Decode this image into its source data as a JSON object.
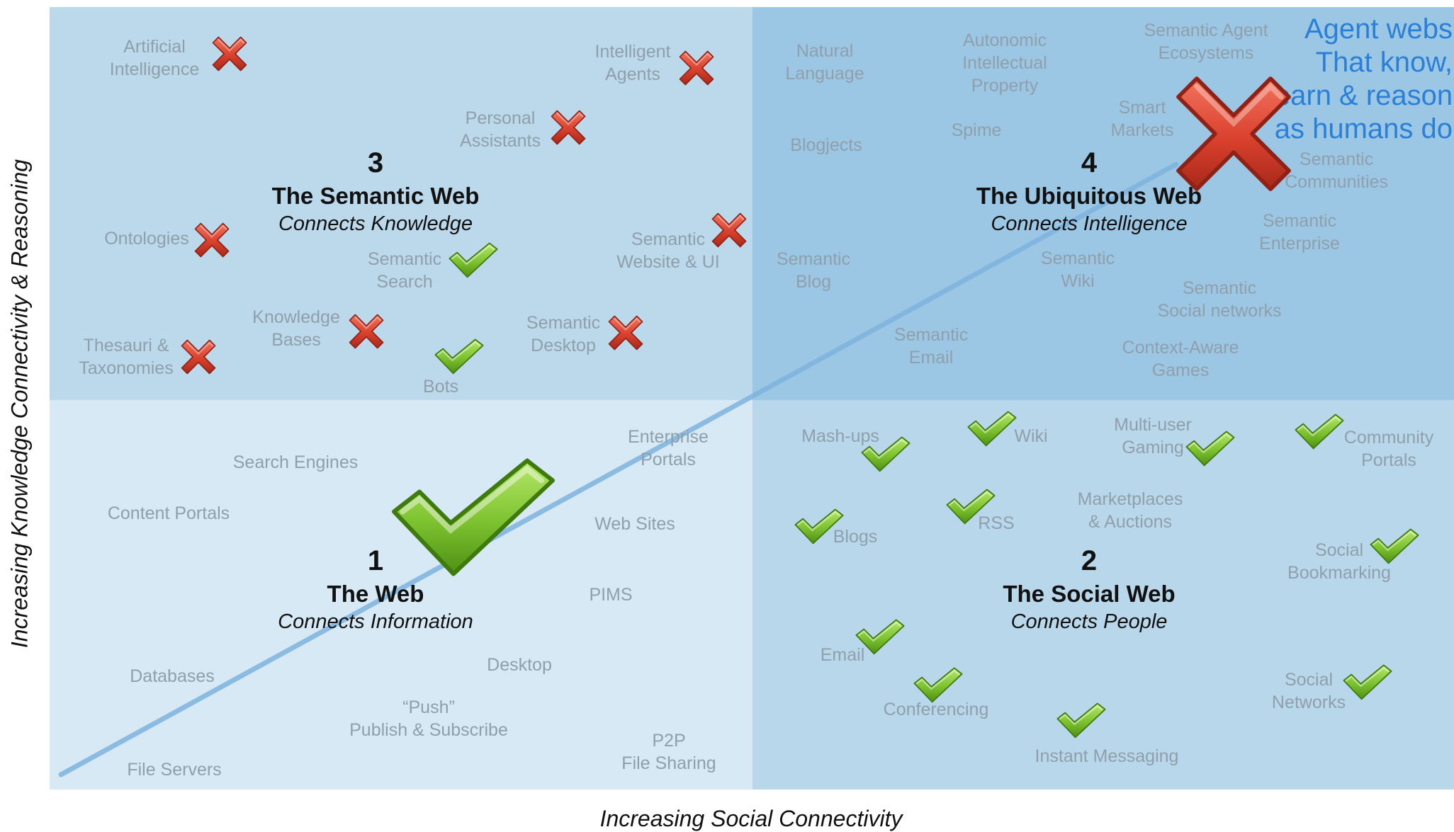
{
  "axes": {
    "x_label": "Increasing Social Connectivity",
    "y_label": "Increasing Knowledge Connectivity & Reasoning"
  },
  "quadrants": {
    "q1": {
      "number": "1",
      "title": "The Web",
      "subtitle": "Connects Information"
    },
    "q2": {
      "number": "2",
      "title": "The Social Web",
      "subtitle": "Connects People"
    },
    "q3": {
      "number": "3",
      "title": "The Semantic Web",
      "subtitle": "Connects Knowledge"
    },
    "q4": {
      "number": "4",
      "title": "The Ubiquitous Web",
      "subtitle": "Connects Intelligence"
    }
  },
  "agent_note": "Agent webs\nThat know,\nlearn & reason\nas humans do",
  "items": {
    "artificial_intelligence": "Artificial\nIntelligence",
    "intelligent_agents": "Intelligent\nAgents",
    "personal_assistants": "Personal\nAssistants",
    "ontologies": "Ontologies",
    "semantic_search": "Semantic\nSearch",
    "semantic_website_ui": "Semantic\nWebsite & UI",
    "knowledge_bases": "Knowledge\nBases",
    "thesauri_taxonomies": "Thesauri &\nTaxonomies",
    "bots": "Bots",
    "semantic_desktop": "Semantic\nDesktop",
    "natural_language": "Natural\nLanguage",
    "autonomic_ip": "Autonomic\nIntellectual\nProperty",
    "semantic_agent_ecosystems": "Semantic Agent\nEcosystems",
    "smart_markets": "Smart\nMarkets",
    "spime": "Spime",
    "blogjects": "Blogjects",
    "semantic_communities": "Semantic\nCommunities",
    "semantic_enterprise": "Semantic\nEnterprise",
    "semantic_blog": "Semantic\nBlog",
    "semantic_wiki": "Semantic\nWiki",
    "semantic_social_networks": "Semantic\nSocial networks",
    "semantic_email": "Semantic\nEmail",
    "context_aware_games": "Context-Aware\nGames",
    "search_engines": "Search Engines",
    "enterprise_portals": "Enterprise\nPortals",
    "content_portals": "Content Portals",
    "web_sites": "Web Sites",
    "pims": "PIMS",
    "desktop": "Desktop",
    "databases": "Databases",
    "push_publish_subscribe": "“Push”\nPublish & Subscribe",
    "p2p_file_sharing": "P2P\nFile Sharing",
    "file_servers": "File Servers",
    "mash_ups": "Mash-ups",
    "wiki": "Wiki",
    "multi_user_gaming": "Multi-user\nGaming",
    "community_portals": "Community\nPortals",
    "rss": "RSS",
    "blogs": "Blogs",
    "marketplaces_auctions": "Marketplaces\n& Auctions",
    "social_bookmarking": "Social\nBookmarking",
    "email": "Email",
    "conferencing": "Conferencing",
    "instant_messaging": "Instant Messaging",
    "social_networks": "Social\nNetworks"
  },
  "colors": {
    "q1": "#d6e9f5",
    "q2": "#b9d7eb",
    "q3": "#bcd9ec",
    "q4": "#9cc7e4",
    "check": "#7cc22f",
    "cross": "#d9412d",
    "trend_line": "#7fb4de",
    "agent_note": "#2a7fd6"
  },
  "icons": {
    "check": "green-check-icon",
    "cross": "red-x-icon"
  }
}
